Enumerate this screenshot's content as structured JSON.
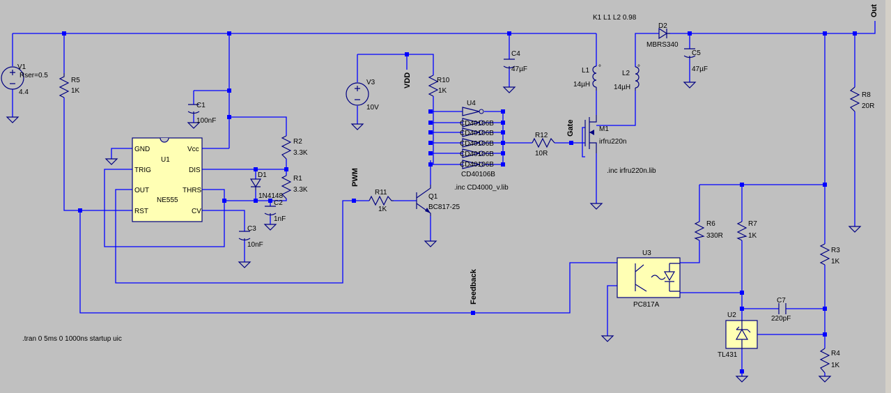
{
  "coupling": "K1 L1 L2 0.98",
  "sim_cmd": ".tran 0 5ms 0 1000ns startup uic",
  "inc_cd4000": ".inc CD4000_v.lib",
  "inc_irfru": ".inc irfru220n.lib",
  "nets": {
    "out": "Out",
    "vdd": "VDD",
    "pwm": "PWM",
    "gate": "Gate",
    "feedback": "Feedback"
  },
  "v1": {
    "name": "V1",
    "rser": "Rser=0.5",
    "value": "4.4"
  },
  "v3": {
    "name": "V3",
    "value": "10V"
  },
  "u1": {
    "name": "U1",
    "part": "NE555",
    "pins": {
      "gnd": "GND",
      "vcc": "Vcc",
      "trig": "TRIG",
      "dis": "DIS",
      "out": "OUT",
      "thrs": "THRS",
      "rst": "RST",
      "cv": "CV"
    }
  },
  "u2": {
    "name": "U2",
    "part": "TL431"
  },
  "u3": {
    "name": "U3",
    "part": "PC817A"
  },
  "u4": {
    "name": "U4",
    "gates": [
      "CD40106B",
      "CD40106B",
      "CD40106B",
      "CD40106B",
      "CD40106B",
      "CD40106B"
    ],
    "label": "CD40106B"
  },
  "q1": {
    "name": "Q1",
    "part": "BC817-25"
  },
  "m1": {
    "name": "M1",
    "part": "irfru220n"
  },
  "d1": {
    "name": "D1",
    "part": "1N4148"
  },
  "d2": {
    "name": "D2",
    "part": "MBRS340"
  },
  "r1": {
    "name": "R1",
    "value": "3.3K"
  },
  "r2": {
    "name": "R2",
    "value": "3.3K"
  },
  "r3": {
    "name": "R3",
    "value": "1K"
  },
  "r4": {
    "name": "R4",
    "value": "1K"
  },
  "r5": {
    "name": "R5",
    "value": "1K"
  },
  "r6": {
    "name": "R6",
    "value": "330R"
  },
  "r7": {
    "name": "R7",
    "value": "1K"
  },
  "r8": {
    "name": "R8",
    "value": "20R"
  },
  "r10": {
    "name": "R10",
    "value": "1K"
  },
  "r11": {
    "name": "R11",
    "value": "1K"
  },
  "r12": {
    "name": "R12",
    "value": "10R"
  },
  "c1": {
    "name": "C1",
    "value": "100nF"
  },
  "c2": {
    "name": "C2",
    "value": "1nF"
  },
  "c3": {
    "name": "C3",
    "value": "10nF"
  },
  "c4": {
    "name": "C4",
    "value": "47µF"
  },
  "c5": {
    "name": "C5",
    "value": "47µF"
  },
  "c7": {
    "name": "C7",
    "value": "220pF"
  },
  "l1": {
    "name": "L1",
    "value": "14µH"
  },
  "l2": {
    "name": "L2",
    "value": "14µH"
  }
}
